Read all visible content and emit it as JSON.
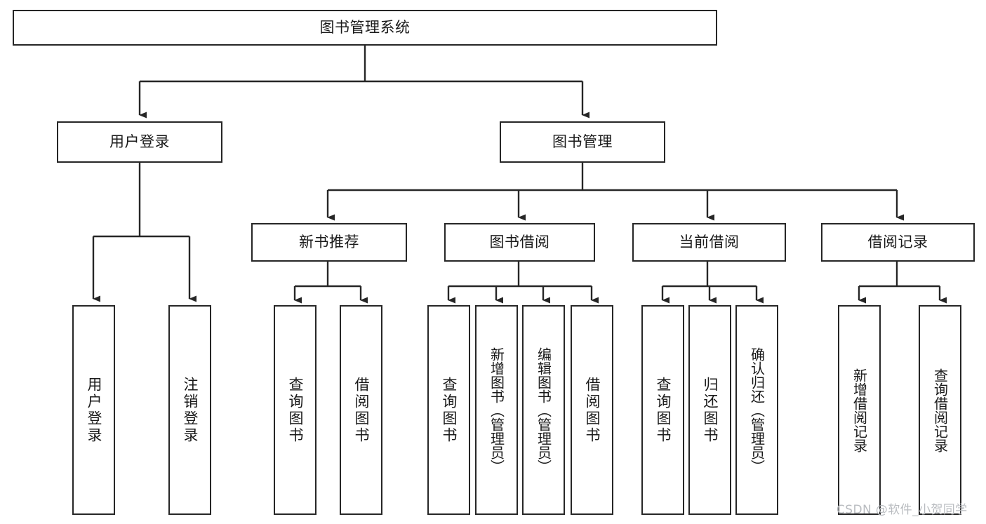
{
  "diagram": {
    "title": "图书管理系统",
    "type": "tree-hierarchy-chart",
    "root": {
      "id": "root",
      "label": "图书管理系统"
    },
    "level2": [
      {
        "id": "user-login",
        "label": "用户登录"
      },
      {
        "id": "book-management",
        "label": "图书管理"
      }
    ],
    "level3": [
      {
        "id": "new-book-recommend",
        "label": "新书推荐",
        "parent": "book-management"
      },
      {
        "id": "book-borrow",
        "label": "图书借阅",
        "parent": "book-management"
      },
      {
        "id": "current-borrow",
        "label": "当前借阅",
        "parent": "book-management"
      },
      {
        "id": "borrow-record",
        "label": "借阅记录",
        "parent": "book-management"
      }
    ],
    "leaves": {
      "user-login": [
        {
          "id": "leaf-user-login",
          "label": "用户登录"
        },
        {
          "id": "leaf-user-logout",
          "label": "注销登录"
        }
      ],
      "new-book-recommend": [
        {
          "id": "leaf-query-book-1",
          "label": "查询图书"
        },
        {
          "id": "leaf-borrow-book-1",
          "label": "借阅图书"
        }
      ],
      "book-borrow": [
        {
          "id": "leaf-query-book-2",
          "label": "查询图书"
        },
        {
          "id": "leaf-add-book",
          "label": "新增图书（管理员）"
        },
        {
          "id": "leaf-edit-book",
          "label": "编辑图书（管理员）"
        },
        {
          "id": "leaf-borrow-book-2",
          "label": "借阅图书"
        }
      ],
      "current-borrow": [
        {
          "id": "leaf-query-book-3",
          "label": "查询图书"
        },
        {
          "id": "leaf-return-book",
          "label": "归还图书"
        },
        {
          "id": "leaf-confirm-return",
          "label": "确认归还（管理员）"
        }
      ],
      "borrow-record": [
        {
          "id": "leaf-add-record",
          "label": "新增借阅记录"
        },
        {
          "id": "leaf-query-record",
          "label": "查询借阅记录"
        }
      ]
    }
  },
  "watermark": {
    "text": "CSDN @软件_小贺同学"
  },
  "colors": {
    "stroke": "#262626",
    "background": "#ffffff",
    "text": "#1a1a1a",
    "watermark": "#b9bcc0"
  }
}
